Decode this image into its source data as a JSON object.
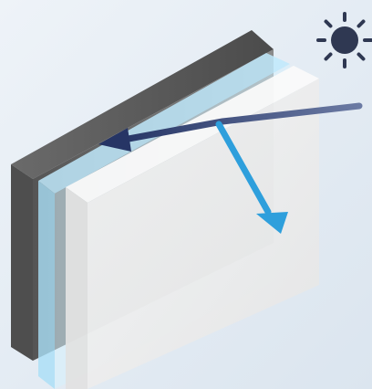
{
  "diagram": {
    "background_color": "#e6edf4",
    "icons": [
      "sun-icon"
    ],
    "layers": [
      "dark-back-panel",
      "blue-interlayer",
      "front-glass-panel"
    ],
    "rays": [
      "incoming-light-ray",
      "reflected-light-ray"
    ],
    "colors": {
      "dark_panel": "#6f6f6f",
      "blue_layer": "#bfe9fb",
      "front_panel": "#f2f2f2",
      "incoming_ray": "#2f3d6b",
      "reflected_ray": "#2e9fdc",
      "sun": "#2f3852"
    }
  }
}
